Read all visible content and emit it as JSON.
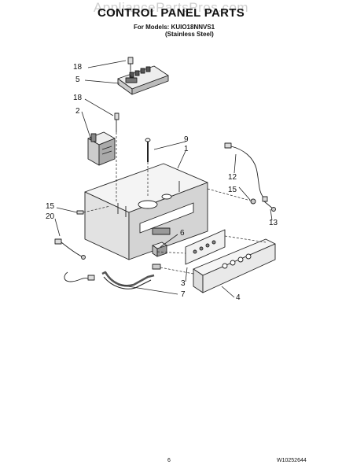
{
  "watermark": "AppliancePartsPros.com",
  "title": "CONTROL PANEL PARTS",
  "models_line": "For Models: KUIO18NNVS1",
  "models_sub": "(Stainless Steel)",
  "callouts": {
    "c18a": "18",
    "c5": "5",
    "c18b": "18",
    "c2": "2",
    "c9": "9",
    "c1": "1",
    "c12": "12",
    "c15a": "15",
    "c13": "13",
    "c15b": "15",
    "c20": "20",
    "c6": "6",
    "c3": "3",
    "c7": "7",
    "c4": "4"
  },
  "footer": {
    "page": "6",
    "doc_number": "W10252644"
  }
}
